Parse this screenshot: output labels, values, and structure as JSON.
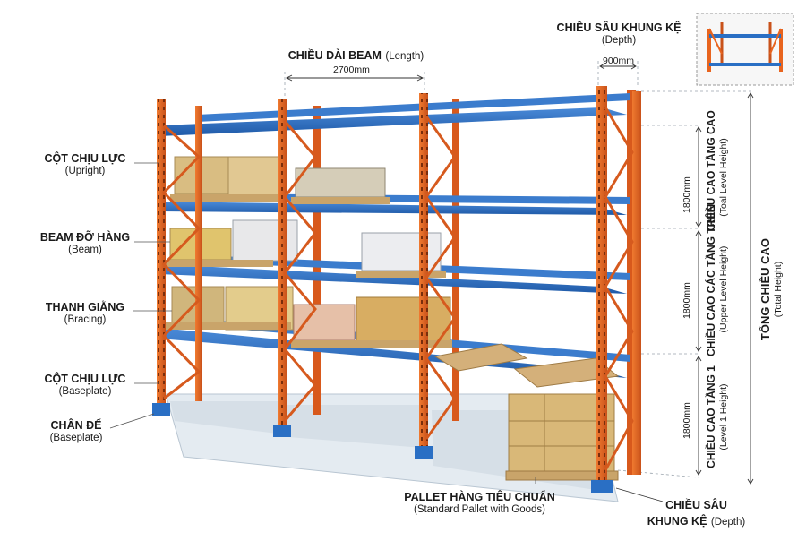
{
  "labels": {
    "length": {
      "title": "CHIỀU DÀI BEAM",
      "sub": "(Length)",
      "value": "2700mm"
    },
    "depth_top": {
      "title": "CHIỀU SÂU KHUNG KỆ",
      "sub": "(Depth)",
      "value": "900mm"
    },
    "upright": {
      "title": "CỘT CHỊU LỰC",
      "sub": "(Upright)"
    },
    "beam": {
      "title": "BEAM ĐỠ HÀNG",
      "sub": "(Beam)"
    },
    "bracing": {
      "title": "THANH GIẰNG",
      "sub": "(Bracing)"
    },
    "upright2": {
      "title": "CỘT CHỊU LỰC",
      "sub": "(Baseplate)"
    },
    "baseplate": {
      "title": "CHÂN ĐẾ",
      "sub": "(Baseplate)"
    },
    "pallet": {
      "title": "PALLET HÀNG TIÊU CHUẨN",
      "sub": "(Standard Pallet with Goods)"
    },
    "depth_bottom": {
      "title1": "CHIỀU SÂU",
      "title2": "KHUNG KỆ",
      "sub": "(Depth)"
    },
    "top_level": {
      "title": "CHIỀU CAO TẦNG CAO",
      "sub": "(Toal Level Height)",
      "value": "1800mm"
    },
    "upper_level": {
      "title": "CHIỀU CAO CÁC TẦNG TRÊN",
      "sub": "(Upper Level Height)",
      "value": "1800mm"
    },
    "level1": {
      "title": "CHIỀU CAO TẦNG 1",
      "sub": "(Level 1 Height)",
      "value": "1800mm"
    },
    "total": {
      "title": "TỔNG CHIỀU CAO",
      "sub": "(Total Height)"
    }
  },
  "colors": {
    "upright": "#e8641e",
    "beam": "#2a6fc4",
    "floor": "#dfe7ee",
    "carton": "#d9b878",
    "pallet": "#c9a46a"
  }
}
